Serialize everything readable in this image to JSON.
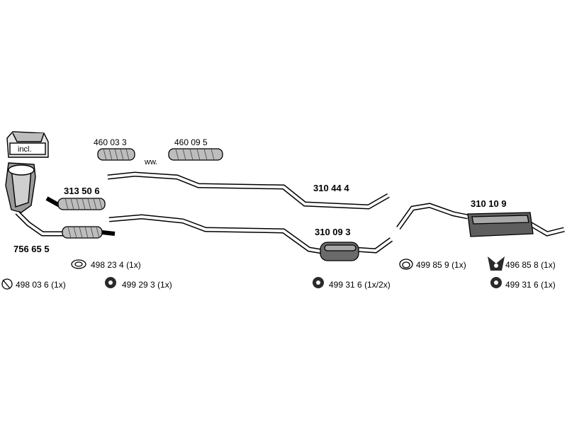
{
  "catalyst_tag": "incl.",
  "parts": {
    "catalyst": "756 65 5",
    "front_pipe": "313 50 6",
    "flex_pipe_a": "460 03 3",
    "flex_pipe_b": "460 09 5",
    "ww_note": "ww.",
    "mid_pipe_upper": "310 44 4",
    "mid_silencer": "310 09 3",
    "rear_silencer": "310 10 9"
  },
  "accessories": [
    {
      "code": "498 23 4",
      "qty": "(1x)"
    },
    {
      "code": "498 03 6",
      "qty": "(1x)"
    },
    {
      "code": "499 29 3",
      "qty": "(1x)"
    },
    {
      "code": "499 31 6",
      "qty": "(1x/2x)"
    },
    {
      "code": "499 85 9",
      "qty": "(1x)"
    },
    {
      "code": "496 85 8",
      "qty": "(1x)"
    },
    {
      "code": "499 31 6",
      "qty": "(1x)"
    }
  ],
  "colors": {
    "line": "#000000",
    "fill": "#ffffff",
    "shade": "#9a9a9a",
    "dark": "#2a2a2a"
  }
}
